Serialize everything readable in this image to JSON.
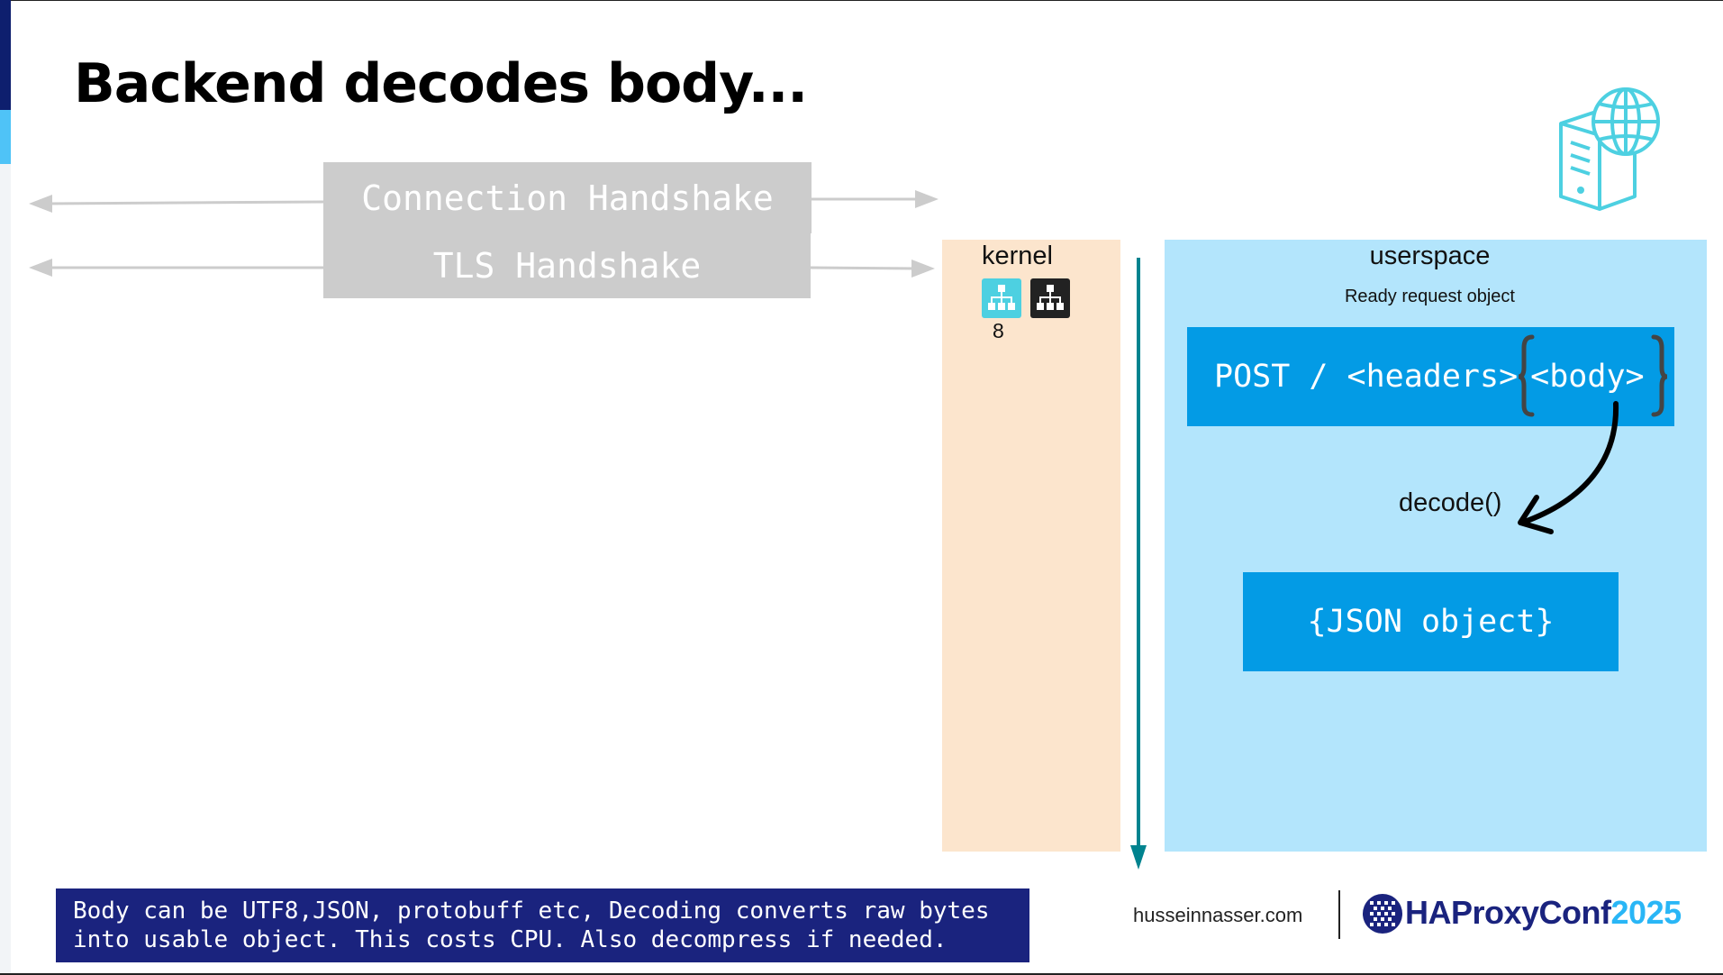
{
  "slide": {
    "title": "Backend decodes body..."
  },
  "handshakes": {
    "connection": "Connection Handshake",
    "tls": "TLS Handshake"
  },
  "kernel": {
    "label": "kernel",
    "count": "8"
  },
  "userspace": {
    "label": "userspace",
    "subtitle": "Ready request object",
    "request_prefix": "POST / <headers>",
    "request_body": "<body>",
    "decode_label": "decode()",
    "json_object": "{JSON object}"
  },
  "note": {
    "line1": "Body can be UTF8,JSON, protobuff etc, Decoding converts raw bytes",
    "line2": "into usable object. This costs CPU. Also decompress if needed."
  },
  "footer": {
    "site": "husseinnasser.com",
    "brand_name": "HAProxyConf",
    "brand_year": "2025"
  },
  "colors": {
    "kernel_panel": "#fce5cd",
    "userspace_panel": "#b3e5fc",
    "box_blue": "#039be5",
    "note_bg": "#1a237e",
    "flow_arrow": "#00838f",
    "handshake_gray": "#cccccc"
  }
}
